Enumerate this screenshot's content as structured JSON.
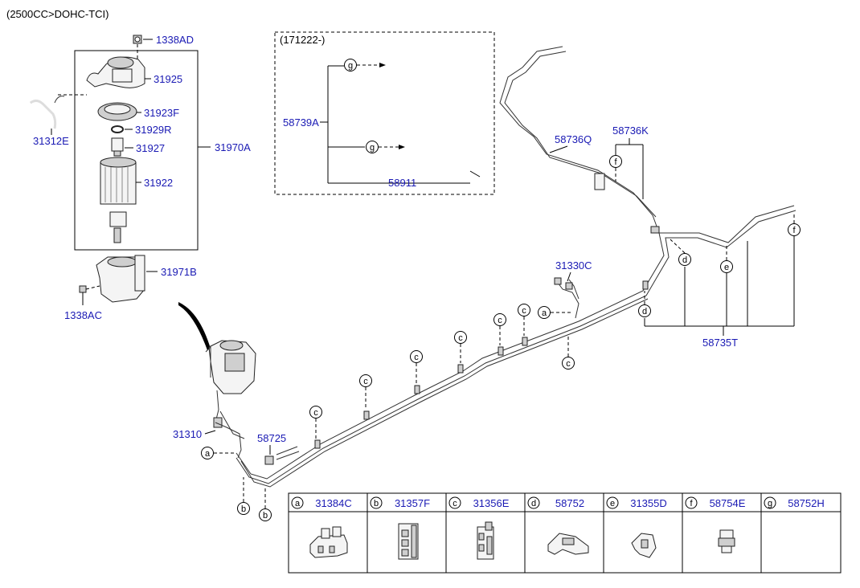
{
  "header": {
    "engine_note": "(2500CC>DOHC-TCI)"
  },
  "inset": {
    "date_code": "(171222-)",
    "assembly": "58739A",
    "sub_part": "58911",
    "ref_letter": "g"
  },
  "parts": {
    "p1338AD": "1338AD",
    "p31925": "31925",
    "p31923F": "31923F",
    "p31929R": "31929R",
    "p31927": "31927",
    "p31922": "31922",
    "p31970A": "31970A",
    "p31312E": "31312E",
    "p31971B": "31971B",
    "p1338AC": "1338AC",
    "p31310": "31310",
    "p58725": "58725",
    "p31330C": "31330C",
    "p58736Q": "58736Q",
    "p58736K": "58736K",
    "p58735T": "58735T"
  },
  "callouts": {
    "a": "a",
    "b": "b",
    "c": "c",
    "d": "d",
    "e": "e",
    "f": "f",
    "g": "g"
  },
  "legend": {
    "items": [
      {
        "letter": "a",
        "part": "31384C"
      },
      {
        "letter": "b",
        "part": "31357F"
      },
      {
        "letter": "c",
        "part": "31356E"
      },
      {
        "letter": "d",
        "part": "58752"
      },
      {
        "letter": "e",
        "part": "31355D"
      },
      {
        "letter": "f",
        "part": "58754E"
      },
      {
        "letter": "g",
        "part": "58752H"
      }
    ]
  }
}
